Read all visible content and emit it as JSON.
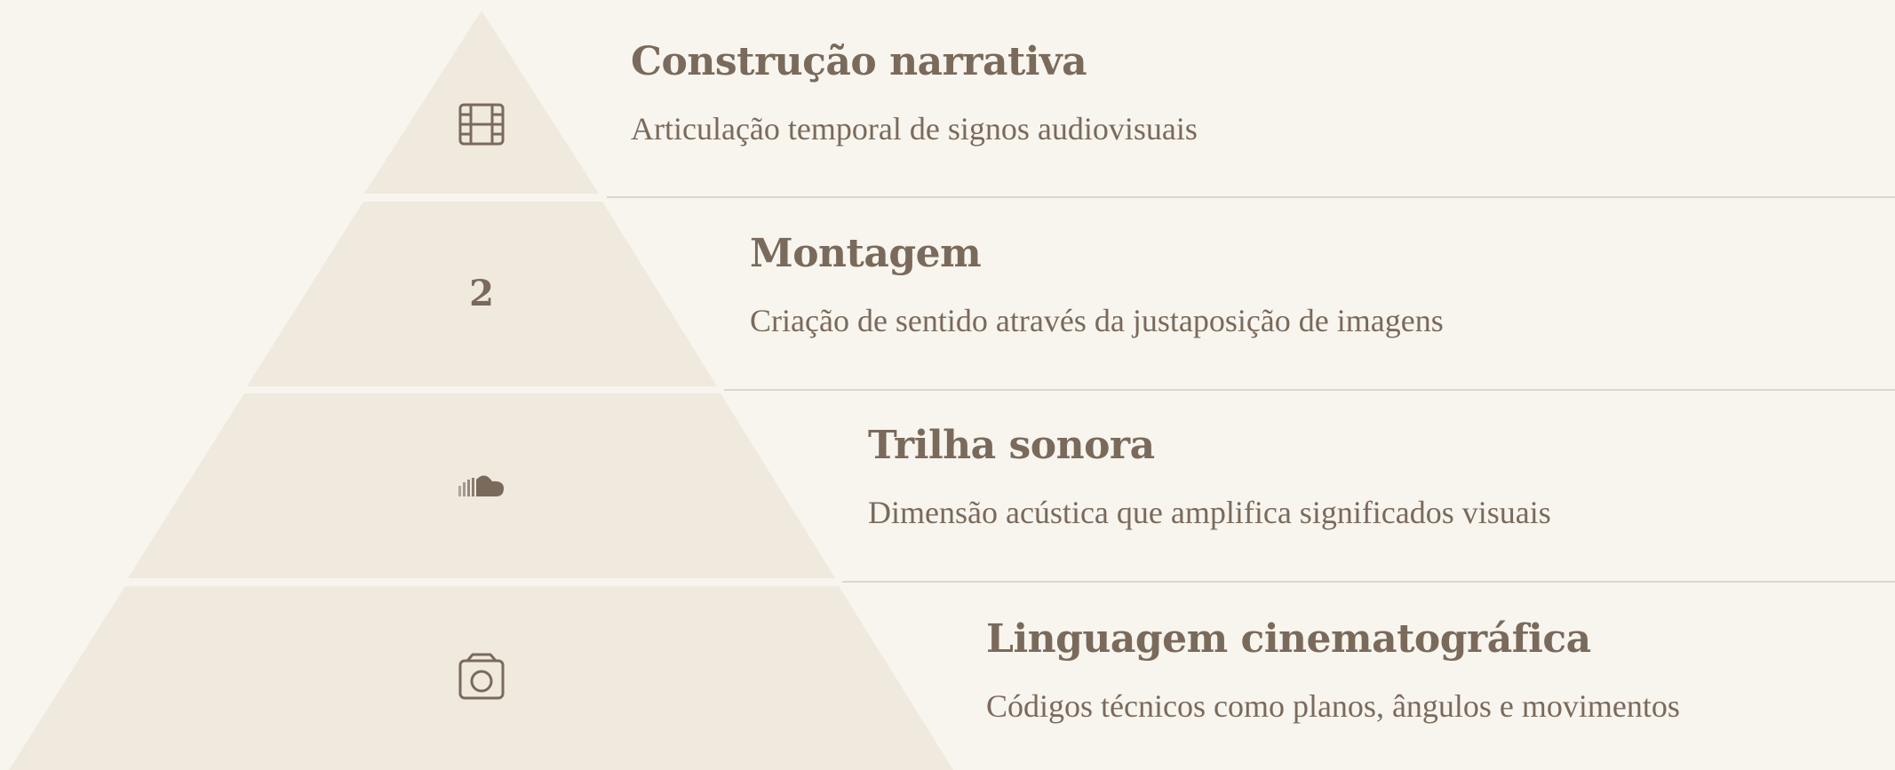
{
  "colors": {
    "background": "#f8f5ee",
    "tier_fill": "#efe9de",
    "ink": "#7a6a5c",
    "divider": "#dcd6cc"
  },
  "tiers": [
    {
      "level": 1,
      "icon": "film-icon",
      "title": "Construção narrativa",
      "description": "Articulação temporal de signos audiovisuais"
    },
    {
      "level": 2,
      "icon_text": "2",
      "title": "Montagem",
      "description": "Criação de sentido através da justaposição de imagens"
    },
    {
      "level": 3,
      "icon": "soundcloud-icon",
      "title": "Trilha sonora",
      "description": "Dimensão acústica que amplifica significados visuais"
    },
    {
      "level": 4,
      "icon": "camera-icon",
      "title": "Linguagem cinematográfica",
      "description": "Códigos técnicos como planos, ângulos e movimentos"
    }
  ]
}
